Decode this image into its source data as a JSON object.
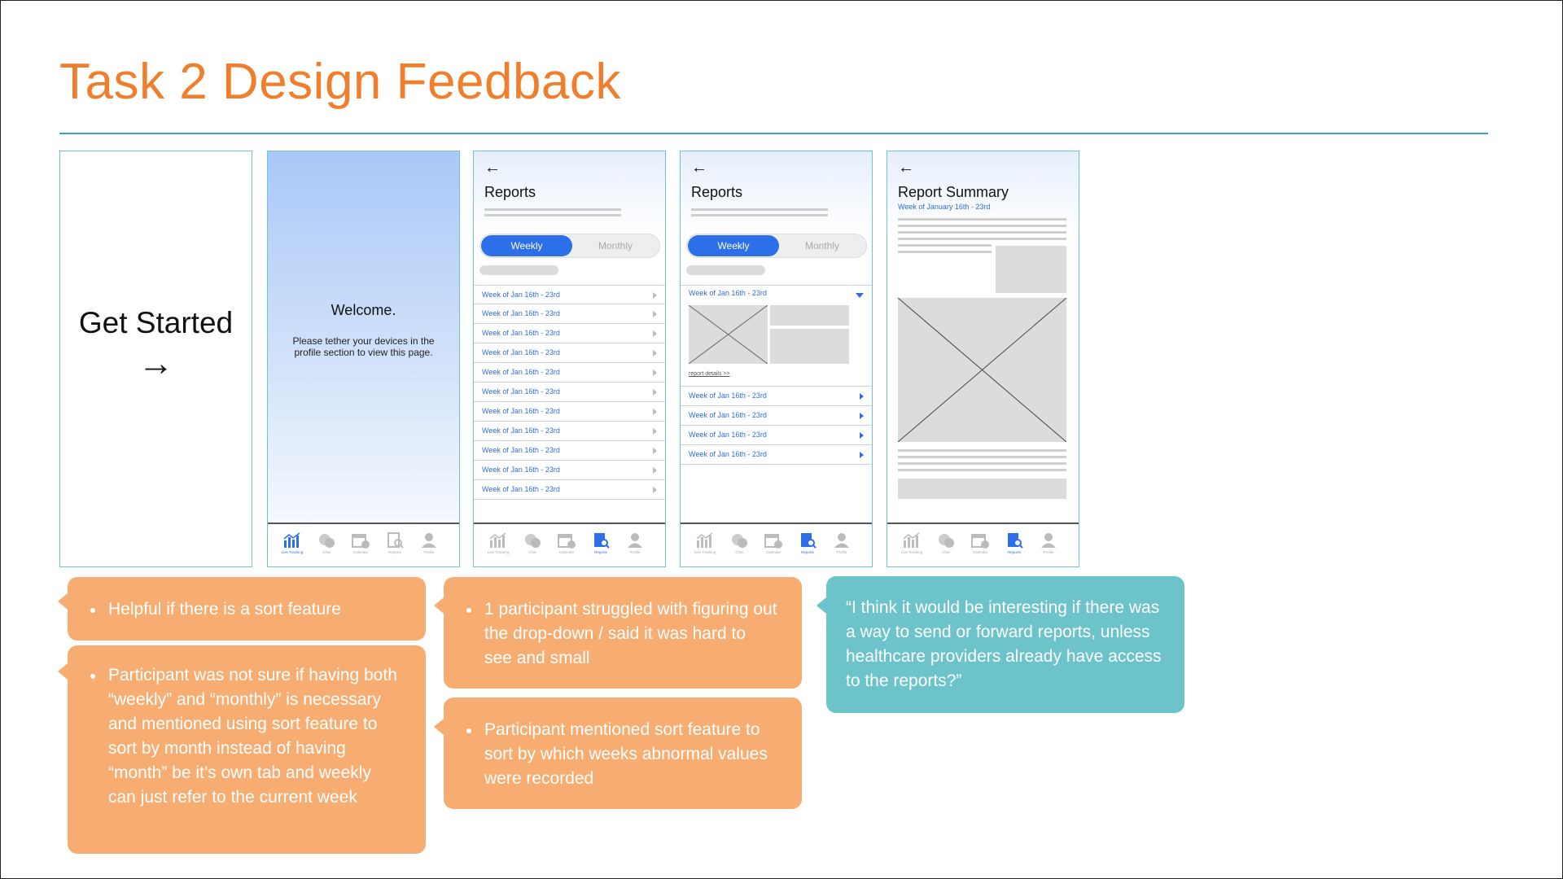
{
  "slide": {
    "title": "Task 2 Design Feedback"
  },
  "screen1": {
    "text": "Get Started",
    "arrow": "→"
  },
  "screen2": {
    "heading": "Welcome.",
    "message": "Please tether your devices in the profile section to view this page."
  },
  "screen3": {
    "back": "←",
    "title": "Reports",
    "toggle_on": "Weekly",
    "toggle_off": "Monthly",
    "rows": [
      "Week of Jan 16th - 23rd",
      "Week of Jan 16th - 23rd",
      "Week of Jan 16th - 23rd",
      "Week of Jan 16th - 23rd",
      "Week of Jan 16th - 23rd",
      "Week of Jan 16th - 23rd",
      "Week of Jan 16th - 23rd",
      "Week of Jan 16th - 23rd",
      "Week of Jan 16th - 23rd",
      "Week of Jan 16th - 23rd",
      "Week of Jan 16th - 23rd"
    ]
  },
  "screen4": {
    "back": "←",
    "title": "Reports",
    "toggle_on": "Weekly",
    "toggle_off": "Monthly",
    "expanded_row": "Week of Jan 16th - 23rd",
    "details_link": "report details >>",
    "rows": [
      "Week of Jan 16th - 23rd",
      "Week of Jan 16th - 23rd",
      "Week of Jan 16th - 23rd",
      "Week of Jan 16th - 23rd"
    ]
  },
  "screen5": {
    "back": "←",
    "title": "Report Summary",
    "subtitle": "Week of January 16th - 23rd"
  },
  "tabbar": {
    "labels": [
      "Live Tracking",
      "Chat",
      "Calendar",
      "Reports",
      "Profile"
    ]
  },
  "callouts": {
    "c1": "Helpful if there is a sort feature",
    "c2": "Participant was not sure if having both “weekly” and “monthly” is necessary and mentioned using sort feature to sort by month instead of having “month” be it’s own tab and weekly can just refer to the current week",
    "c3": "1 participant struggled with figuring out the drop-down / said it was hard to see and small",
    "c4": "Participant mentioned sort feature to sort by which weeks abnormal values were recorded",
    "c5": "“I think it would be interesting if there was a way to send or forward reports, unless healthcare providers already have access to the reports?”"
  },
  "colors": {
    "accent_orange": "#F07F2D",
    "callout_orange": "#F7AD72",
    "callout_teal": "#6CC3CA",
    "primary_blue": "#2C6FE8",
    "frame_border": "#6CC4D4"
  }
}
